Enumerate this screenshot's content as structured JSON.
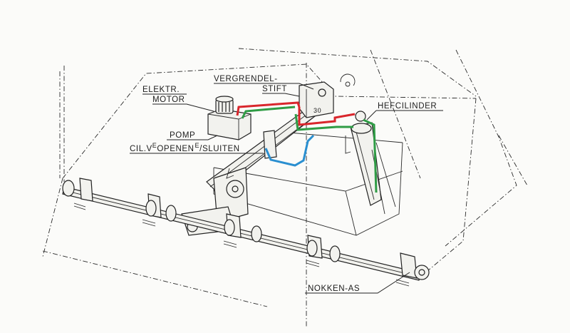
{
  "labels": {
    "vergrendel_line1": "VERGRENDEL-",
    "vergrendel_line2": "STIFT",
    "elektr_line1": "ELEKTR.",
    "elektr_line2": "MOTOR",
    "pomp": "POMP",
    "cil_part1": "CIL.V",
    "cil_sub": "E",
    "cil_part2": "OPENEN",
    "cil_part3": "/SLUITEN",
    "hefcilinder": "HEFCILINDER",
    "nokken_as": "NOKKEN-AS",
    "dim_30": "30"
  },
  "colors": {
    "hydraulic_red": "#d9262c",
    "hydraulic_green": "#2f9c45",
    "hydraulic_blue": "#2a8fd0",
    "ink": "#222222"
  }
}
